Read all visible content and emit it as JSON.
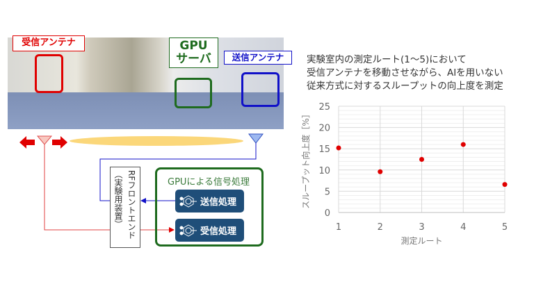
{
  "photo_labels": {
    "rx_antenna": "受信アンテナ",
    "gpu_server_line1": "GPU",
    "gpu_server_line2": "サーバ",
    "tx_antenna": "送信アンテナ"
  },
  "diagram": {
    "rf_frontend": "RFフロントエンド",
    "rf_frontend_sub": "（実験用装置）",
    "gpu_title": "GPUによる信号処理",
    "tx_proc": "送信処理",
    "rx_proc": "受信処理"
  },
  "description": [
    "実験室内の測定ルート(1〜5)において",
    "受信アンテナを移動させながら、AIを用いない",
    "従来方式に対するスループットの向上度を測定"
  ],
  "colors": {
    "red": "#e00000",
    "green": "#1e6b1e",
    "blue": "#1010c8",
    "proc": "#1f4e79",
    "beam": "#fbd77a"
  },
  "chart_data": {
    "type": "scatter",
    "title": "",
    "xlabel": "測定ルート",
    "ylabel": "スループット向上度［%］",
    "x": [
      1,
      2,
      3,
      4,
      5
    ],
    "y": [
      15.2,
      9.6,
      12.5,
      16,
      6.6
    ],
    "xlim": [
      1,
      5
    ],
    "ylim": [
      0,
      25
    ],
    "xticks": [
      "1",
      "2",
      "3",
      "4",
      "5"
    ],
    "yticks": [
      "0",
      "5",
      "10",
      "15",
      "20",
      "25"
    ],
    "grid": true,
    "marker_color": "#e00000"
  }
}
